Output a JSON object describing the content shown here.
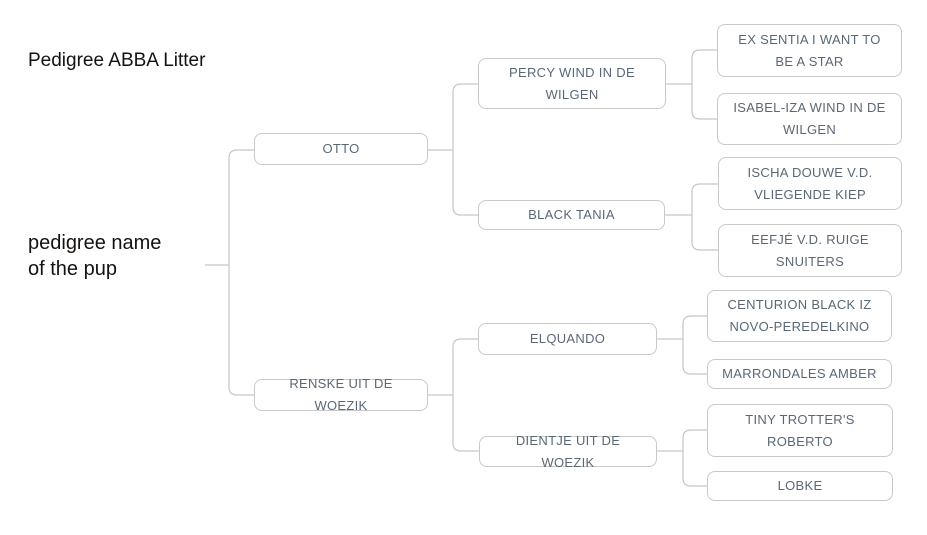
{
  "title": "Pedigree ABBA Litter",
  "colors": {
    "background": "#ffffff",
    "box_border": "#c9c9c9",
    "connector_line": "#c6c6c6",
    "node_text": "#5a6876",
    "heading_text": "#151210"
  },
  "pedigree": {
    "subject": {
      "name": "pedigree name of the pup"
    },
    "sire": {
      "name": "OTTO",
      "sire": {
        "name": "PERCY WIND IN DE WILGEN",
        "sire": {
          "name": "EX SENTIA I WANT TO BE A STAR"
        },
        "dam": {
          "name": "ISABEL-IZA WIND IN DE WILGEN"
        }
      },
      "dam": {
        "name": "BLACK TANIA",
        "sire": {
          "name": "ISCHA DOUWE V.D. VLIEGENDE KIEP"
        },
        "dam": {
          "name": "EEFJÉ V.D. RUIGE SNUITERS"
        }
      }
    },
    "dam": {
      "name": "RENSKE UIT DE WOEZIK",
      "sire": {
        "name": "ELQUANDO",
        "sire": {
          "name": "CENTURION BLACK IZ NOVO-PEREDELKINO"
        },
        "dam": {
          "name": "MARRONDALES AMBER"
        }
      },
      "dam": {
        "name": "DIENTJE UIT DE WOEZIK",
        "sire": {
          "name": "TINY TROTTER'S ROBERTO"
        },
        "dam": {
          "name": "LOBKE"
        }
      }
    }
  }
}
